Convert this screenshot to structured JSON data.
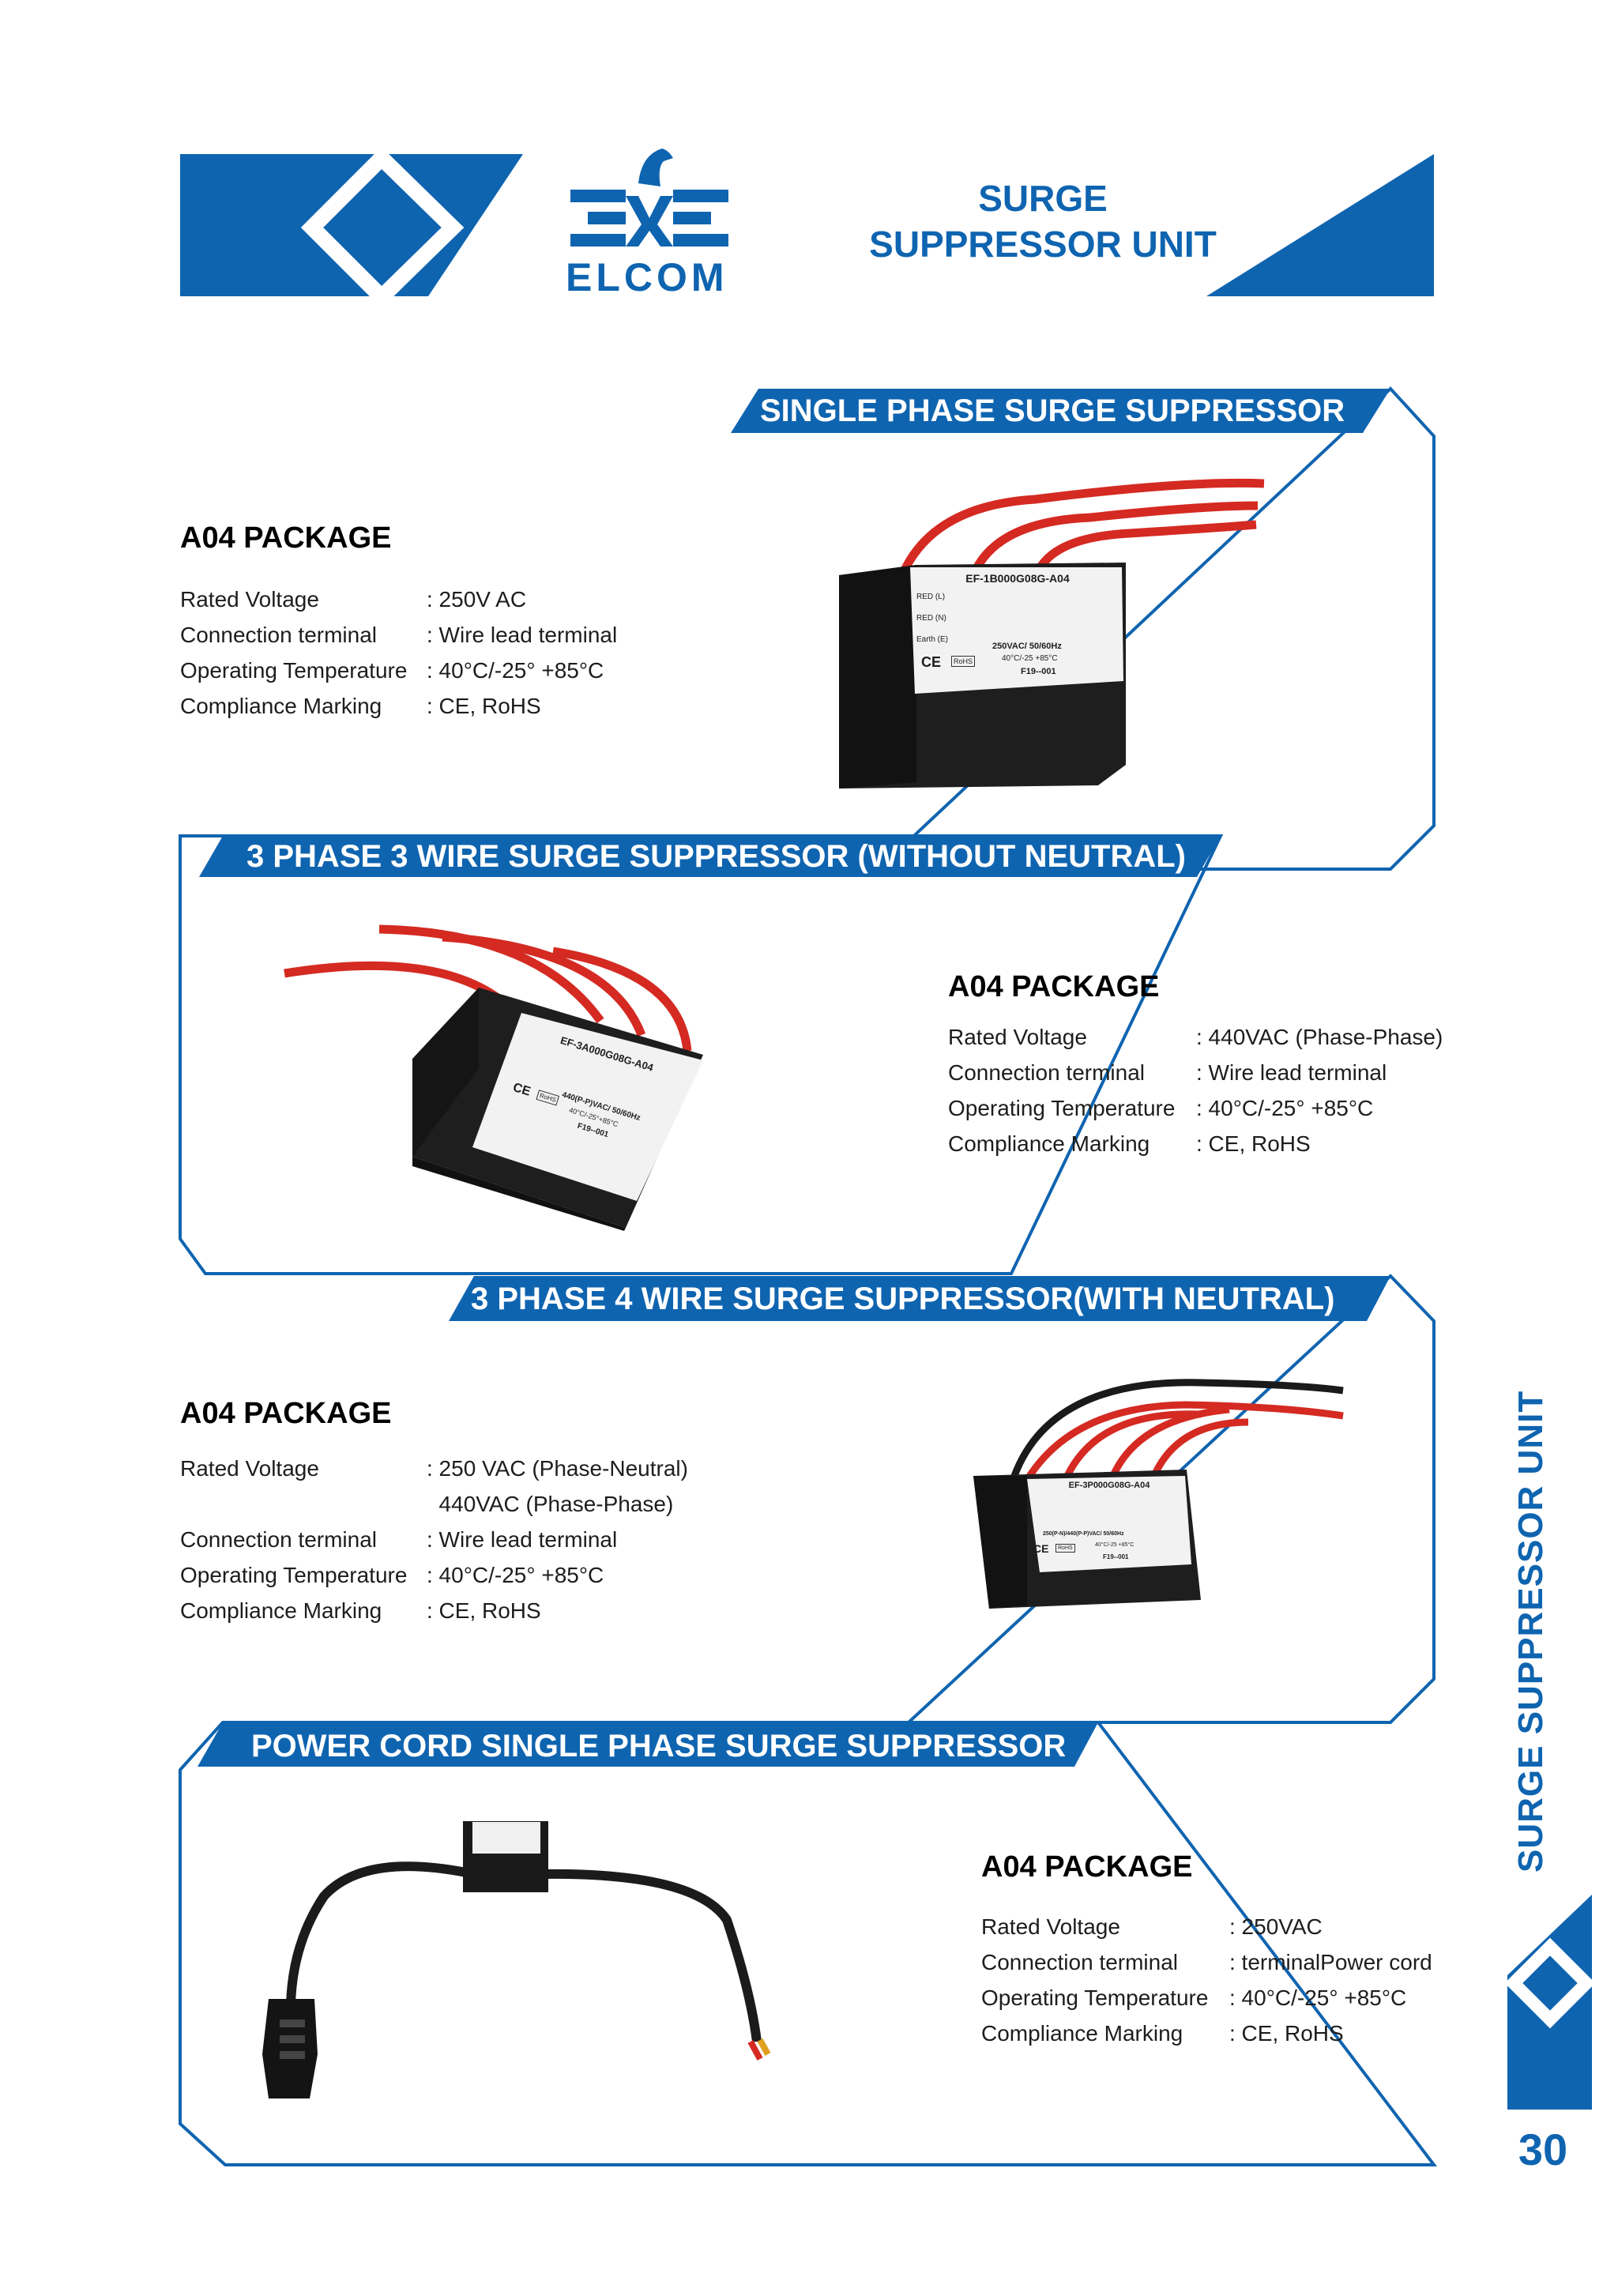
{
  "header": {
    "title_line1": "SURGE",
    "title_line2": "SUPPRESSOR UNIT",
    "logo_text": "ELCOM"
  },
  "side_title": "SURGE SUPPRESSOR UNIT",
  "page_number": "30",
  "colors": {
    "brand_blue": "#0f64b0"
  },
  "sections": [
    {
      "header": "SINGLE PHASE SURGE SUPPRESSOR",
      "package": "A04 PACKAGE",
      "specs": [
        {
          "label": "Rated Voltage",
          "value": ": 250V AC"
        },
        {
          "label": "Connection terminal",
          "value": ": Wire lead terminal"
        },
        {
          "label": "Operating Temperature",
          "value": ": 40°C/-25° +85°C"
        },
        {
          "label": "Compliance Marking",
          "value": ": CE, RoHS"
        }
      ],
      "product_label": {
        "model": "EF-1B000G08G-A04",
        "line1": "RED (L)",
        "line2": "RED (N)",
        "line3": "Earth (E)",
        "rating": "250VAC/ 50/60Hz",
        "temp": "40°C/-25 +85°C",
        "code": "F19--001",
        "ce": "CE",
        "rohs": "RoHS"
      }
    },
    {
      "header": "3 PHASE 3 WIRE SURGE SUPPRESSOR (WITHOUT NEUTRAL)",
      "package": "A04 PACKAGE",
      "specs": [
        {
          "label": "Rated Voltage",
          "value": ": 440VAC (Phase-Phase)"
        },
        {
          "label": "Connection terminal",
          "value": ": Wire lead terminal"
        },
        {
          "label": "Operating Temperature",
          "value": ": 40°C/-25° +85°C"
        },
        {
          "label": "Compliance Marking",
          "value": ": CE, RoHS"
        }
      ],
      "product_label": {
        "model": "EF-3A000G08G-A04",
        "rating": "440(P-P)VAC/ 50/60Hz",
        "temp": "40°C/-25°+85°C",
        "code": "F19--001",
        "ce": "CE",
        "rohs": "RoHS"
      }
    },
    {
      "header": "3 PHASE 4 WIRE SURGE SUPPRESSOR(WITH NEUTRAL)",
      "package": "A04 PACKAGE",
      "specs": [
        {
          "label": "Rated Voltage",
          "value": ": 250 VAC (Phase-Neutral)"
        },
        {
          "label": "",
          "value": "  440VAC (Phase-Phase)"
        },
        {
          "label": "Connection terminal",
          "value": ": Wire lead terminal"
        },
        {
          "label": "Operating Temperature",
          "value": ": 40°C/-25° +85°C"
        },
        {
          "label": "Compliance Marking",
          "value": ": CE, RoHS"
        }
      ],
      "product_label": {
        "model": "EF-3P000G08G-A04",
        "rating": "250(P-N)/440(P-P)VAC/ 50/60Hz",
        "temp": "40°C/-25 +85°C",
        "code": "F19--001",
        "ce": "CE",
        "rohs": "RoHS"
      }
    },
    {
      "header": "POWER CORD SINGLE PHASE SURGE SUPPRESSOR",
      "package": "A04 PACKAGE",
      "specs": [
        {
          "label": "Rated Voltage",
          "value": ": 250VAC"
        },
        {
          "label": "Connection terminal",
          "value": ": terminalPower cord"
        },
        {
          "label": "Operating Temperature",
          "value": ": 40°C/-25° +85°C"
        },
        {
          "label": "Compliance Marking",
          "value": ": CE, RoHS"
        }
      ]
    }
  ]
}
